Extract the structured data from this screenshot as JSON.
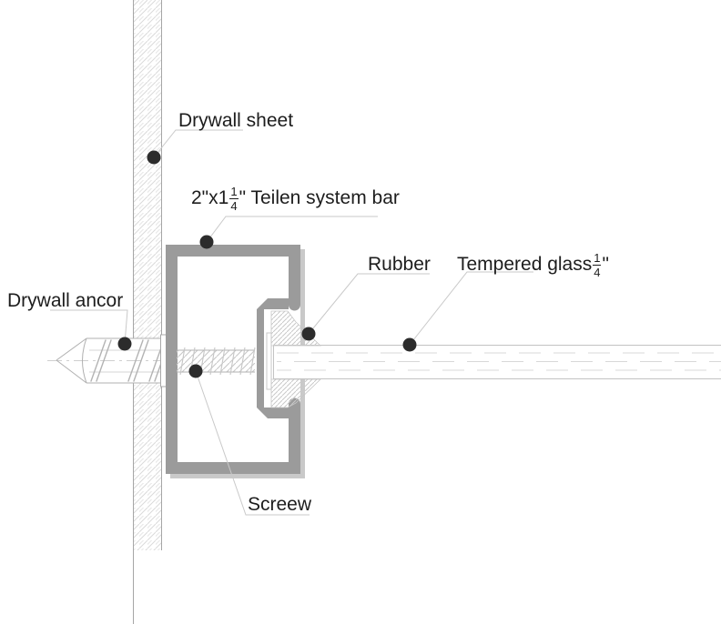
{
  "drawing": {
    "type": "construction-detail-section",
    "labels": {
      "drywall_sheet": "Drywall sheet",
      "system_bar": {
        "prefix": "2\"x1",
        "frac_num": "1",
        "frac_den": "4",
        "suffix": "\" Teilen system bar"
      },
      "rubber": "Rubber",
      "tempered_glass": {
        "prefix": "Tempered glass ",
        "frac_num": "1",
        "frac_den": "4",
        "suffix": "\""
      },
      "drywall_ancor": "Drywall ancor",
      "screw": "Screew"
    },
    "colors": {
      "bar_gray": "#9b9b9b",
      "bar_shadow": "#c9c9c9",
      "ink": "#1d1d1d",
      "dot": "#2c2c2c",
      "leader": "#c9c9c9",
      "edge_gray": "#a6a6a6",
      "outline_light": "#b0b0b0",
      "hatch_drywall": "#dadada",
      "hatch_rubber": "#c9c9c9",
      "hatch_screw": "#c7c7c7",
      "glass_edge": "#c3c3c3",
      "glass_dash": "#d8d8d8"
    }
  }
}
